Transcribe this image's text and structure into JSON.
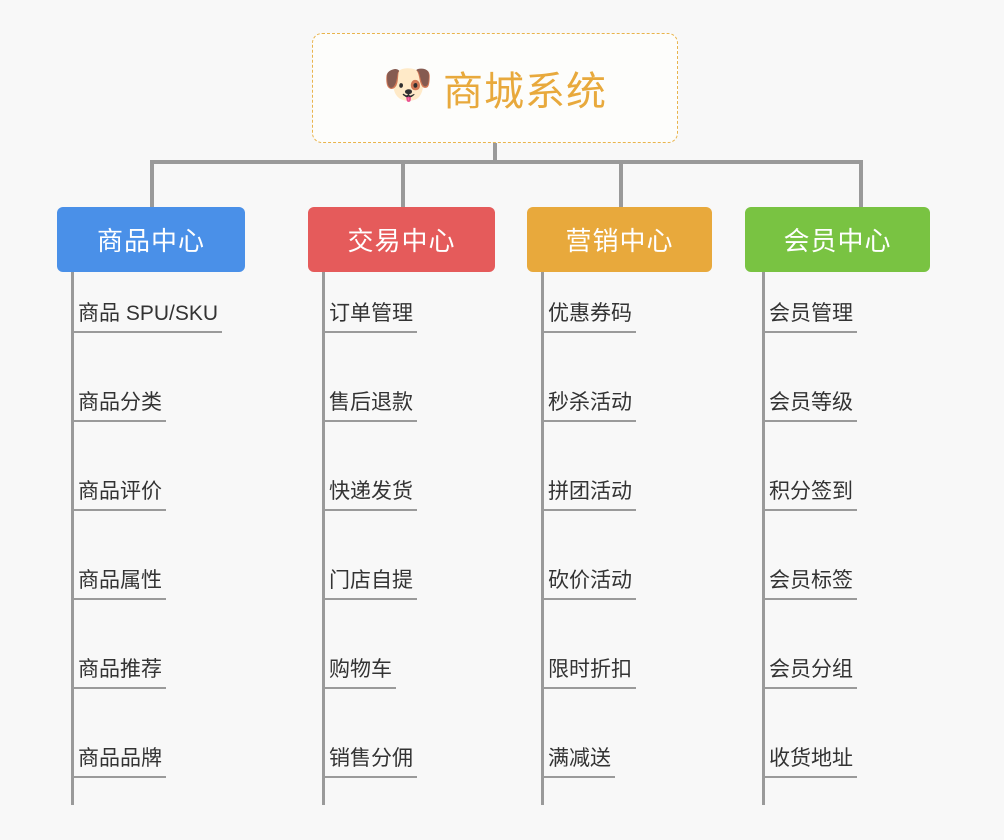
{
  "diagram": {
    "type": "org-chart",
    "background_color": "#f8f8f8",
    "root": {
      "title": "商城系统",
      "icon": "shiba-dog-face-emoji",
      "icon_glyph": "🐶",
      "text_color": "#e8a93c",
      "border_color": "#e9b44c",
      "border_style": "dashed"
    },
    "connector_color": "#9a9a9a",
    "branches": [
      {
        "title": "商品中心",
        "color": "#4a90e8",
        "items": [
          "商品 SPU/SKU",
          "商品分类",
          "商品评价",
          "商品属性",
          "商品推荐",
          "商品品牌"
        ]
      },
      {
        "title": "交易中心",
        "color": "#e55b5b",
        "items": [
          "订单管理",
          "售后退款",
          "快递发货",
          "门店自提",
          "购物车",
          "销售分佣"
        ]
      },
      {
        "title": "营销中心",
        "color": "#e8a93c",
        "items": [
          "优惠券码",
          "秒杀活动",
          "拼团活动",
          "砍价活动",
          "限时折扣",
          "满减送"
        ]
      },
      {
        "title": "会员中心",
        "color": "#79c342",
        "items": [
          "会员管理",
          "会员等级",
          "积分签到",
          "会员标签",
          "会员分组",
          "收货地址"
        ]
      }
    ]
  }
}
